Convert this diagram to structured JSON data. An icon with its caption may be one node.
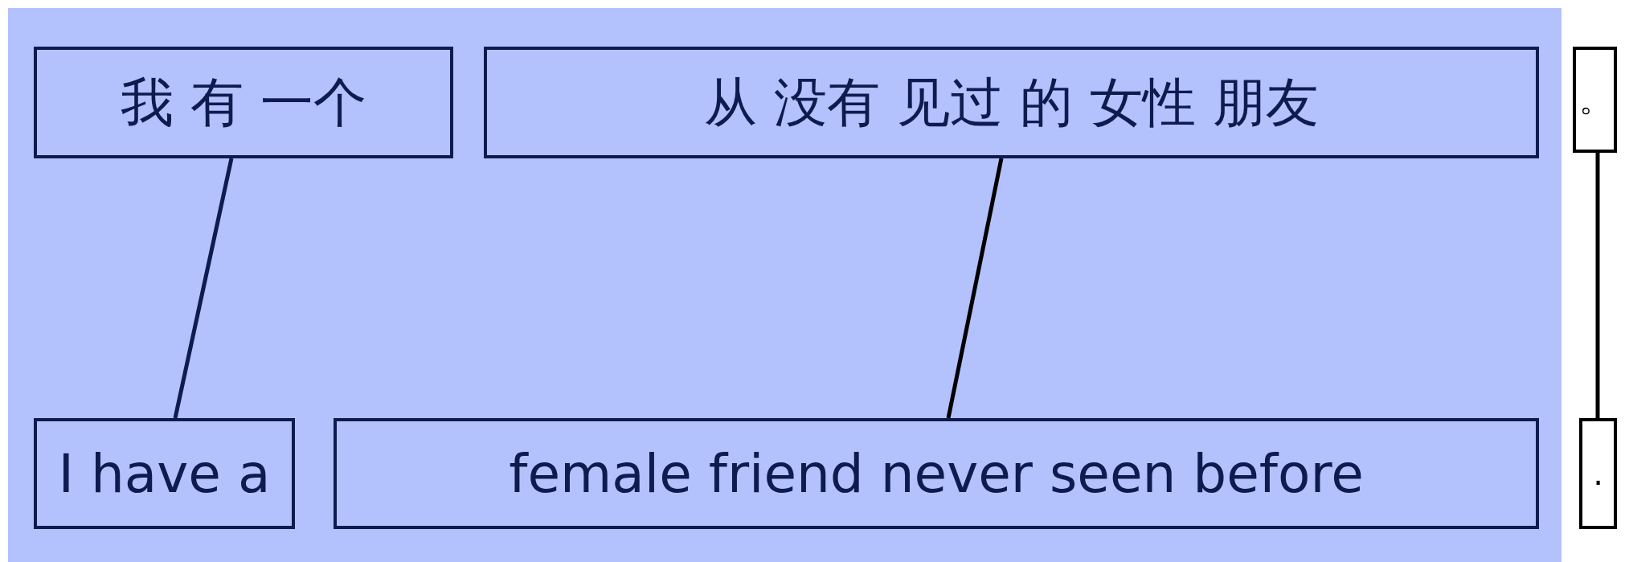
{
  "diagram": {
    "nodes": [
      {
        "text": [
          "我 有 一个"
        ]
      },
      {
        "text": [
          "从 没有 见过 的 女性 朋友"
        ]
      },
      {
        "text": [
          "。"
        ]
      },
      {
        "text": [
          "I have a"
        ]
      },
      {
        "text": [
          "female friend never seen before"
        ]
      },
      {
        "text": [
          "."
        ]
      }
    ],
    "edges": [
      {
        "from": 0,
        "to": 3,
        "arrow": "none",
        "color": "#0d1b4f"
      },
      {
        "from": 1,
        "to": 4,
        "arrow": "none"
      },
      {
        "from": 2,
        "to": 5,
        "arrow": "none"
      }
    ]
  }
}
